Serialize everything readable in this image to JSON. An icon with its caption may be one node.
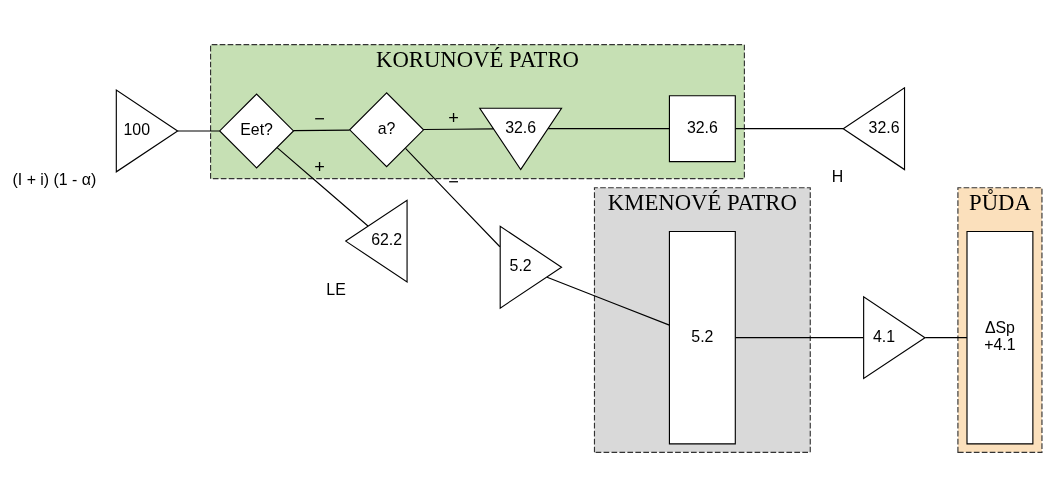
{
  "diagram": {
    "nodes": [
      {
        "text": [
          "KORUNOVÉ PATRO"
        ]
      },
      {
        "text": [
          "KMENOVÉ PATRO"
        ]
      },
      {
        "text": [
          "PŮDA"
        ]
      },
      {
        "text": [
          "100"
        ],
        "beside": [
          "(I + i) (1 - α)"
        ]
      },
      {
        "text": [
          "Eet?"
        ],
        "in": 0
      },
      {
        "text": [
          "a?"
        ],
        "in": 0
      },
      {
        "text": [
          "62.2"
        ],
        "beside": [
          "LE"
        ]
      },
      {
        "text": [
          "32.6"
        ],
        "in": 0
      },
      {
        "text": [
          "32.6"
        ],
        "in": 0
      },
      {
        "text": [
          "32.6"
        ],
        "beside": [
          "H"
        ]
      },
      {
        "text": [
          "5.2"
        ]
      },
      {
        "text": [
          "5.2"
        ],
        "in": 1
      },
      {
        "text": [
          "4.1"
        ]
      },
      {
        "text": [
          "ΔSp",
          "+4.1"
        ],
        "in": 2
      }
    ],
    "edges": [
      {
        "from": 3,
        "to": 4,
        "arrow": "none"
      },
      {
        "from": 4,
        "to": 5,
        "arrow": "none",
        "label": "−"
      },
      {
        "from": 5,
        "to": 10,
        "arrow": "none",
        "label": "−"
      },
      {
        "from": 4,
        "to": 6,
        "arrow": "none",
        "label": "+"
      },
      {
        "from": 5,
        "to": 7,
        "arrow": "none",
        "label": "+"
      },
      {
        "from": 7,
        "to": 8,
        "arrow": "none"
      },
      {
        "from": 8,
        "to": 9,
        "arrow": "none"
      },
      {
        "from": 10,
        "to": 11,
        "arrow": "none"
      },
      {
        "from": 11,
        "to": 12,
        "arrow": "none"
      },
      {
        "from": 12,
        "to": 13,
        "arrow": "none"
      }
    ]
  }
}
